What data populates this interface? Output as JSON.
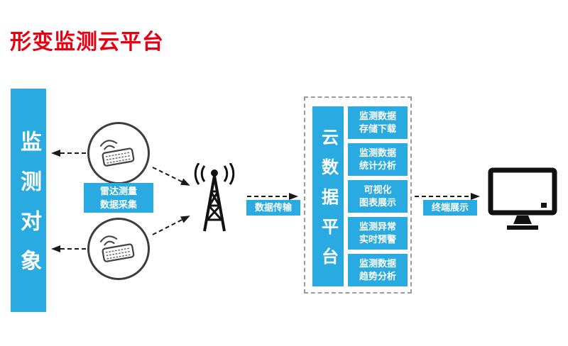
{
  "title": "形变监测云平台",
  "left_bar": {
    "label": "监测对象"
  },
  "sensors": {
    "label_line1": "雷达测量",
    "label_line2": "数据采集"
  },
  "transmission": {
    "label": "数据传输"
  },
  "cloud": {
    "label": "云数据平台",
    "items": [
      {
        "line1": "监测数据",
        "line2": "存储下载"
      },
      {
        "line1": "监测数据",
        "line2": "统计分析"
      },
      {
        "line1": "可视化",
        "line2": "图表展示"
      },
      {
        "line1": "监测异常",
        "line2": "实时预警"
      },
      {
        "line1": "监测数据",
        "line2": "趋势分析"
      }
    ]
  },
  "terminal": {
    "label": "终端展示"
  },
  "icons": {
    "radar_sensor": "radar-sensor-icon",
    "antenna": "antenna-icon",
    "monitor": "monitor-icon"
  },
  "colors": {
    "accent": "#29ABE2",
    "title_red": "#E60012",
    "line_black": "#1a1a1a",
    "dashed_border": "#9b9b9b"
  }
}
